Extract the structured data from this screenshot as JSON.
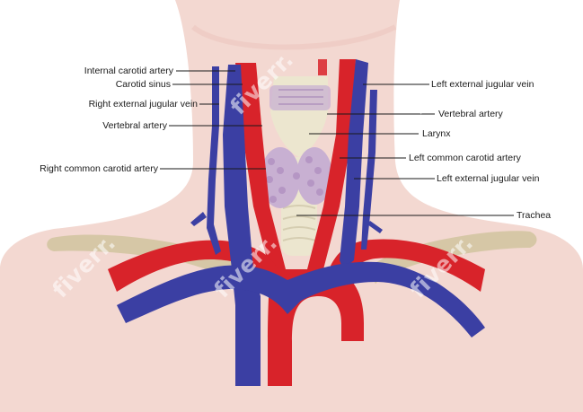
{
  "diagram": {
    "colors": {
      "artery": "#d8232a",
      "vein": "#3b3fa3",
      "skin": "#f4d9d2",
      "bone": "#d6c7a6",
      "thyroid": "#c8b0d2",
      "cartilage": "#ece6cf"
    },
    "labels": {
      "internal_carotid_artery": "Internal carotid artery",
      "carotid_sinus": "Carotid sinus",
      "right_external_jugular_vein": "Right external jugular vein",
      "vertebral_artery_right": "Vertebral artery",
      "right_common_carotid_artery": "Right common carotid artery",
      "left_external_jugular_vein_top": "Left external jugular vein",
      "vertebral_artery_left": "Vertebral artery",
      "larynx": "Larynx",
      "left_common_carotid_artery": "Left common carotid artery",
      "left_external_jugular_vein_bottom": "Left external jugular vein",
      "trachea": "Trachea"
    },
    "watermark": "fiverr."
  }
}
